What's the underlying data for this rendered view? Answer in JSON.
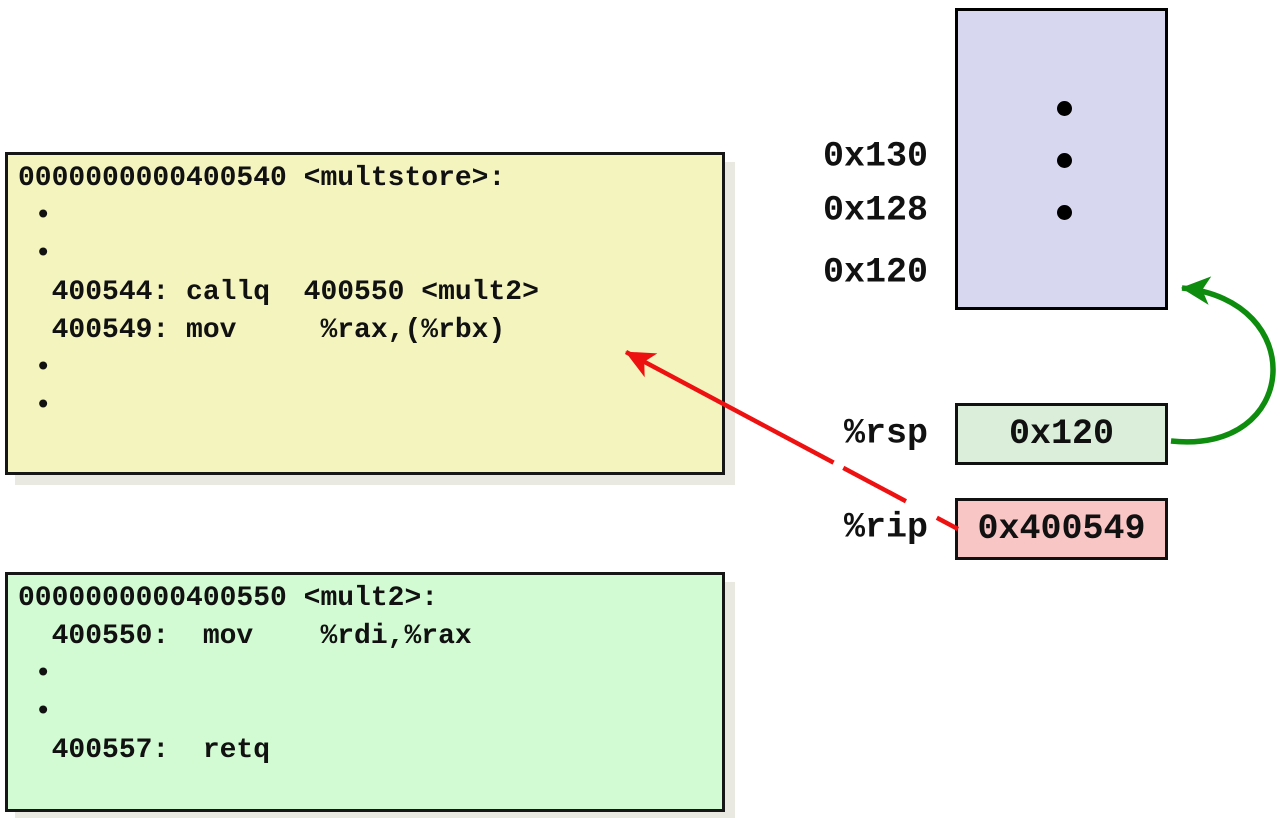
{
  "multstore_box": {
    "lines": [
      "0000000000400540 <multstore>:",
      " •",
      " •",
      "  400544: callq  400550 <mult2>",
      "  400549: mov     %rax,(%rbx)",
      " •",
      " •"
    ]
  },
  "mult2_box": {
    "lines": [
      "0000000000400550 <mult2>:",
      "  400550:  mov    %rdi,%rax",
      " •",
      " •",
      "  400557:  retq"
    ]
  },
  "stack": {
    "address_labels": [
      "0x130",
      "0x128",
      "0x120"
    ],
    "ellipsis_dot_count": 3
  },
  "registers": {
    "rsp": {
      "label": "%rsp",
      "value": "0x120"
    },
    "rip": {
      "label": "%rip",
      "value": "0x400549"
    }
  },
  "arrows": {
    "rip_arrow_color": "#ee1111",
    "rsp_arrow_color": "#0e8c0e"
  },
  "colors": {
    "multstore_fill": "#f4f4bf",
    "mult2_fill": "#d3fbd3",
    "stack_fill": "#d7d7f0",
    "rsp_fill": "#daeeda",
    "rip_fill": "#f9c6c6",
    "box_shadow": "#e9e9e1",
    "border": "#161616"
  }
}
